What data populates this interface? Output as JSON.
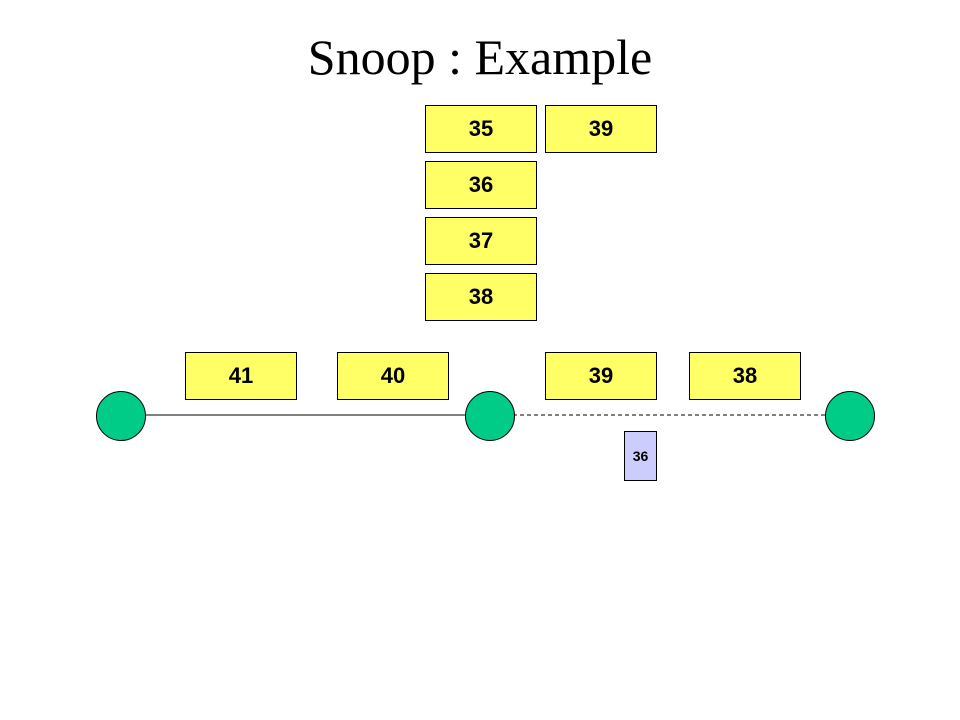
{
  "title": "Snoop : Example",
  "queue": [
    "35",
    "36",
    "37",
    "38"
  ],
  "sent": "39",
  "link": {
    "left_packets": [
      "41",
      "40"
    ],
    "right_packets": [
      "39",
      "38"
    ],
    "ack": "36"
  },
  "colors": {
    "packet": "#ffff66",
    "ack": "#ccccff",
    "node": "#00cc88"
  }
}
